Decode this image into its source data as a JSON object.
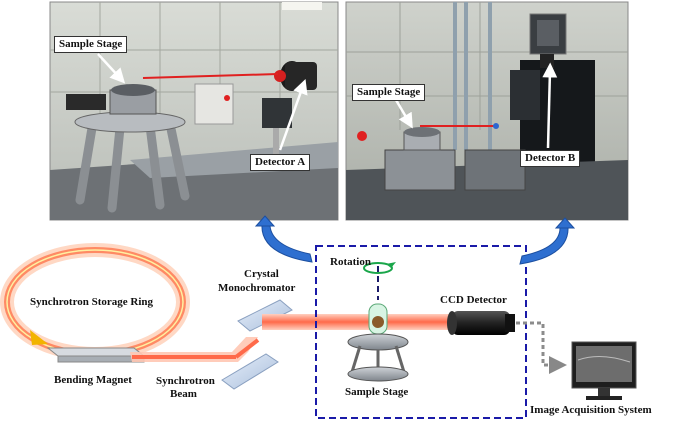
{
  "photo_left": {
    "sample_stage_label": "Sample Stage",
    "detector_label": "Detector A"
  },
  "photo_right": {
    "sample_stage_label": "Sample Stage",
    "detector_label": "Detector B"
  },
  "schematic": {
    "storage_ring": "Synchrotron Storage Ring",
    "bending_magnet": "Bending Magnet",
    "synchrotron_beam_line1": "Synchrotron",
    "synchrotron_beam_line2": "Beam",
    "monochromator_line1": "Crystal",
    "monochromator_line2": "Monochromator",
    "rotation": "Rotation",
    "sample_stage": "Sample Stage",
    "ccd_detector": "CCD Detector",
    "image_acquisition": "Image Acquisition System"
  },
  "colors": {
    "beam": "#ff7a5c",
    "ring_glow": "#ffb08a",
    "dashed_box": "#1a1aa8",
    "curved_arrow": "#2e6fd0",
    "rotation_arrow": "#1aa64a",
    "pointer_line": "#e02020"
  }
}
